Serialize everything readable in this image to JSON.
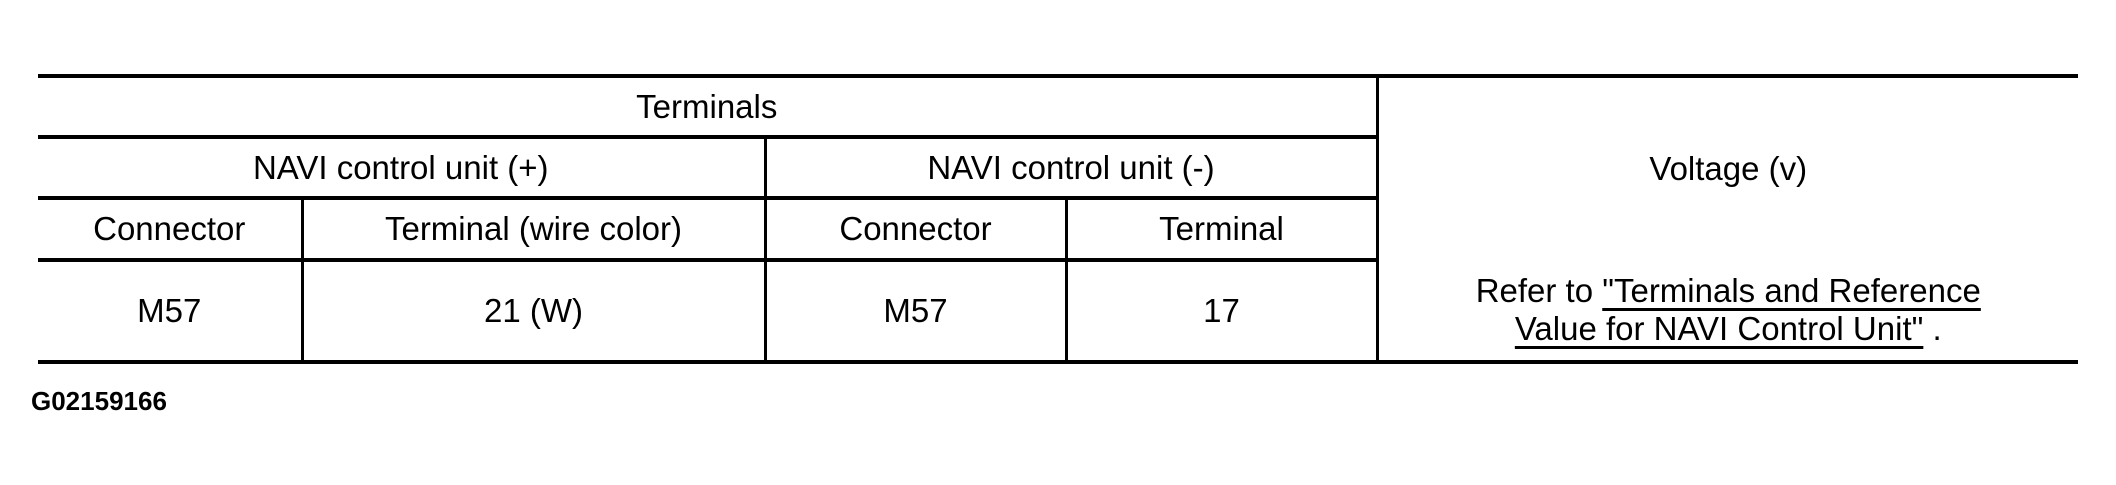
{
  "page": {
    "background_color": "#ffffff",
    "line_color": "#000000",
    "text_color": "#000000"
  },
  "figure_id": "G02159166",
  "table": {
    "terminals_group_label": "Terminals",
    "voltage_header": "Voltage (v)",
    "navi_plus_header": "NAVI control unit (+)",
    "navi_minus_header": "NAVI control unit (-)",
    "columns": {
      "plus_connector": "Connector",
      "plus_terminal": "Terminal (wire color)",
      "minus_connector": "Connector",
      "minus_terminal": "Terminal"
    },
    "data_row": {
      "plus_connector": "M57",
      "plus_terminal": "21 (W)",
      "minus_connector": "M57",
      "minus_terminal": "17",
      "voltage_text_prefix": "Refer to ",
      "voltage_link_line1": "\"Terminals and Reference",
      "voltage_link_line2": "Value for NAVI Control Unit\"",
      "voltage_text_suffix": " ."
    }
  }
}
